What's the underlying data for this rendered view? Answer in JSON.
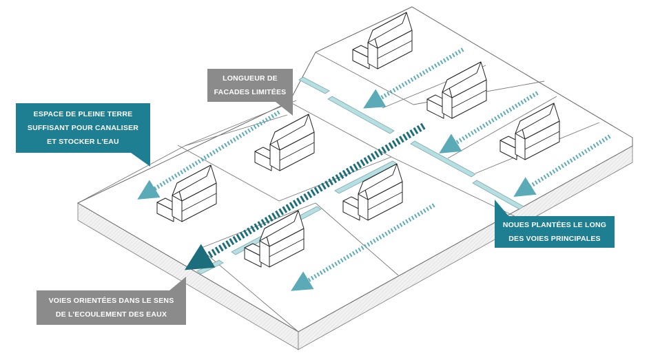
{
  "callouts": {
    "facades": {
      "line1": "LONGUEUR DE",
      "line2": "FACADES LIMITÉES"
    },
    "espace": {
      "line1": "ESPACE DE PLEINE TERRE",
      "line2": "SUFFISANT POUR CANALISER",
      "line3": "ET STOCKER L'EAU"
    },
    "noues": {
      "line1": "NOUES PLANTÉES LE LONG",
      "line2": "DES VOIES PRINCIPALES"
    },
    "voies": {
      "line1": "VOIES ORIENTÉES DANS LE SENS",
      "line2": "DE L'ECOULEMENT DES EAUX"
    }
  },
  "colors": {
    "teal_callout": "#1e7f92",
    "grey_callout": "#8b8b8b",
    "arrow_light": "#5aaab8",
    "arrow_dark": "#1c6e7c",
    "swale": "#b7dfe2",
    "line": "#555555"
  }
}
